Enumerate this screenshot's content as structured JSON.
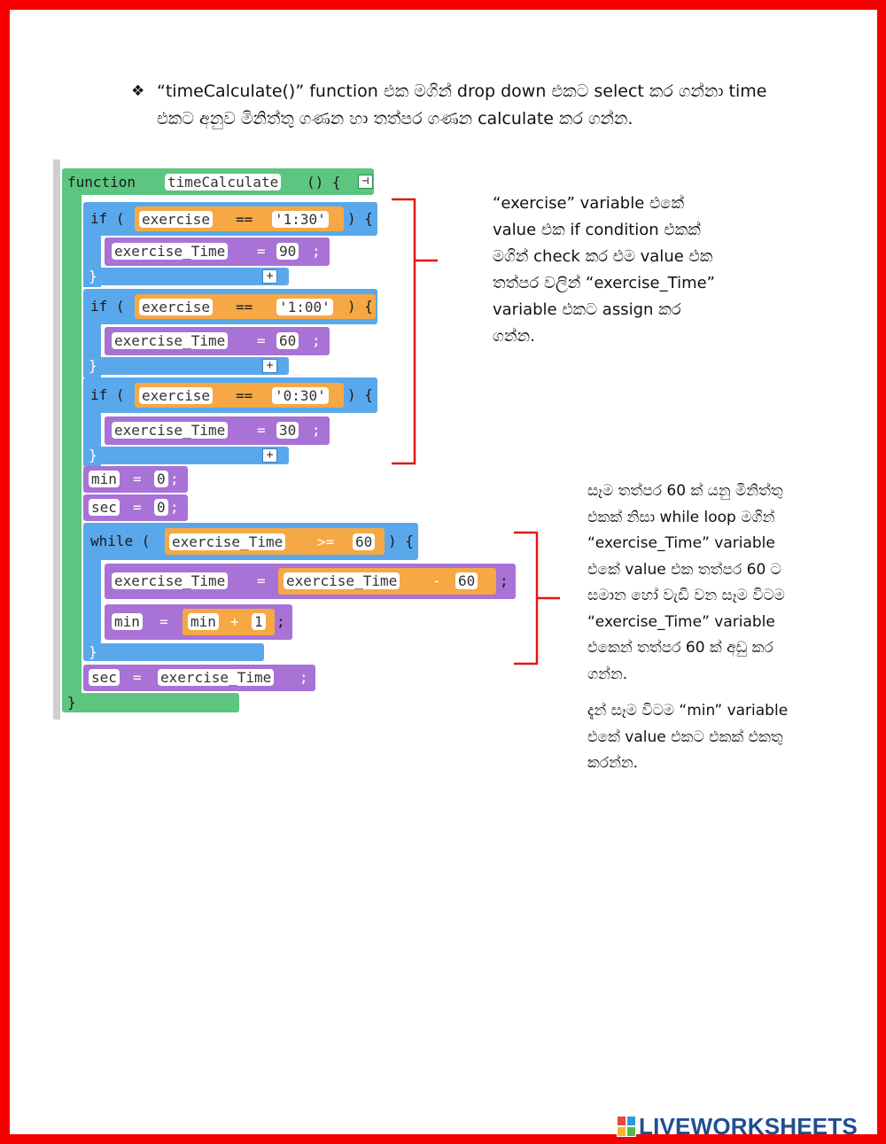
{
  "intro": {
    "bullet": "❖",
    "line1": "“timeCalculate()” function එක මගින් drop down එකට select කර ගන්නා time",
    "line2": "එකට අනුව මිනිත්තු ගණන හා තත්පර ගණන calculate කර ගන්න."
  },
  "code": {
    "function_kw": "function",
    "function_name": "timeCalculate",
    "function_suffix": "() {",
    "if_kw": "if (",
    "eq_op": "==",
    "close_brace_open": ") {",
    "close": "}",
    "assign": "=",
    "semicolon": ";",
    "var_exercise": "exercise",
    "var_exercise_time": "exercise_Time",
    "var_min": "min",
    "var_sec": "sec",
    "if_blocks": [
      {
        "compare": "'1:30'",
        "assign_value": "90"
      },
      {
        "compare": "'1:00'",
        "assign_value": "60"
      },
      {
        "compare": "'0:30'",
        "assign_value": "30"
      }
    ],
    "min_init": "0",
    "sec_init": "0",
    "while_kw": "while (",
    "gte_op": ">=",
    "while_limit": "60",
    "minus_op": "-",
    "minus_value": "60",
    "plus_op": "+",
    "plus_value": "1",
    "plus_button": "+"
  },
  "notes": {
    "note1": [
      "“exercise” variable එකේ",
      "value එක if condition එකක්",
      "මගින් check කර එම value එක",
      "තත්පර වලින් “exercise_Time”",
      "variable එකට assign කර",
      "ගන්න."
    ],
    "note2": [
      "සෑම තත්පර 60 ක් යනු මිනිත්තු",
      "එකක් නිසා while loop මගින්",
      "“exercise_Time” variable",
      "එකේ value එක තත්පර 60 ට",
      "සමාන හෝ වැඩි වන සෑම විටම",
      "“exercise_Time” variable",
      "එකෙන් තත්පර 60 ක් අඩු කර",
      "ගන්න."
    ],
    "note3": [
      "දැන් සෑම විටම “min” variable",
      "එකේ value එකට එකක් එකතු",
      "කරන්න."
    ]
  },
  "logo": {
    "text": "LIVEWORKSHEETS"
  },
  "colors": {
    "frame": "#f50000",
    "brace": "#e01818",
    "function_block": "#5cc57f",
    "control_block": "#5aa8ec",
    "assign_block": "#a872d6",
    "expression_block": "#f6a844",
    "logo_text": "#1f4f8f"
  }
}
